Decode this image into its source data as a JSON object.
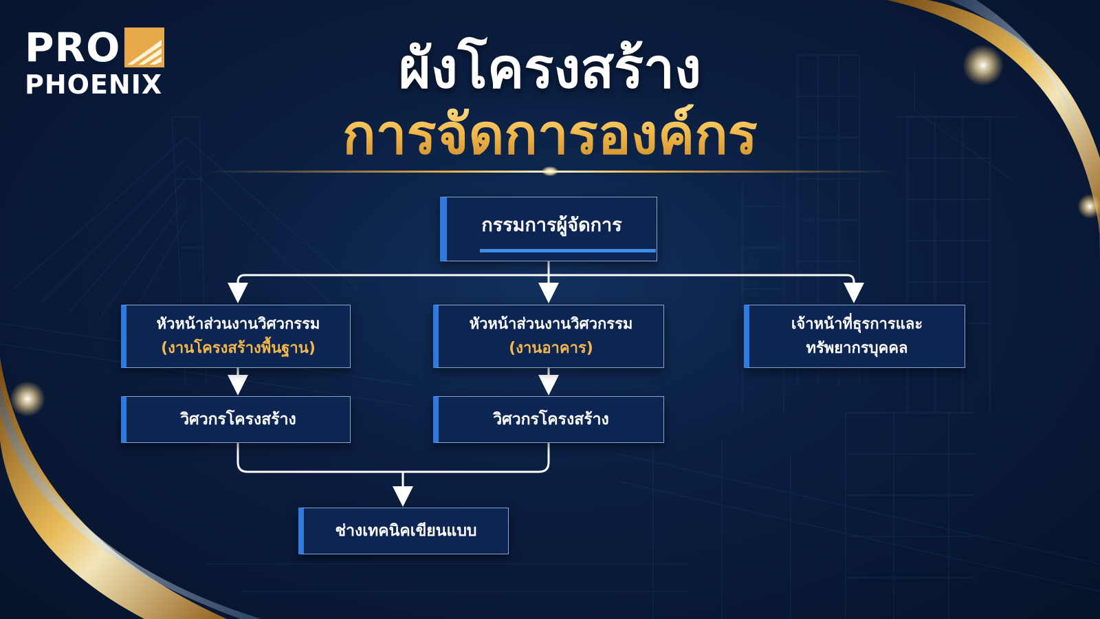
{
  "logo": {
    "line1": "PRO",
    "line2": "PHOENIX"
  },
  "title": {
    "line1": "ผังโครงสร้าง",
    "line2": "การจัดการองค์กร"
  },
  "nodes": {
    "director": "กรรมการผู้จัดการ",
    "head_infra": {
      "line1": "หัวหน้าส่วนงานวิศวกรรม",
      "line2": "(งานโครงสร้างพื้นฐาน)"
    },
    "head_building": {
      "line1": "หัวหน้าส่วนงานวิศวกรรม",
      "line2": "(งานอาคาร)"
    },
    "admin_hr": {
      "line1": "เจ้าหน้าที่ธุรการและ",
      "line2": "ทรัพยากรบุคคล"
    },
    "engineer_infra": "วิศวกรโครงสร้าง",
    "engineer_building": "วิศวกรโครงสร้าง",
    "drafter": "ช่างเทคนิคเขียนแบบ"
  },
  "colors": {
    "background": "#0b1f42",
    "box_fill": "#0d2552",
    "box_accent": "#2f7be0",
    "gold": "#f2b84a",
    "connector": "#ffffff"
  },
  "icons": {
    "logo_mark": "stacked-chevron-icon",
    "arrow": "arrow-down-icon"
  }
}
